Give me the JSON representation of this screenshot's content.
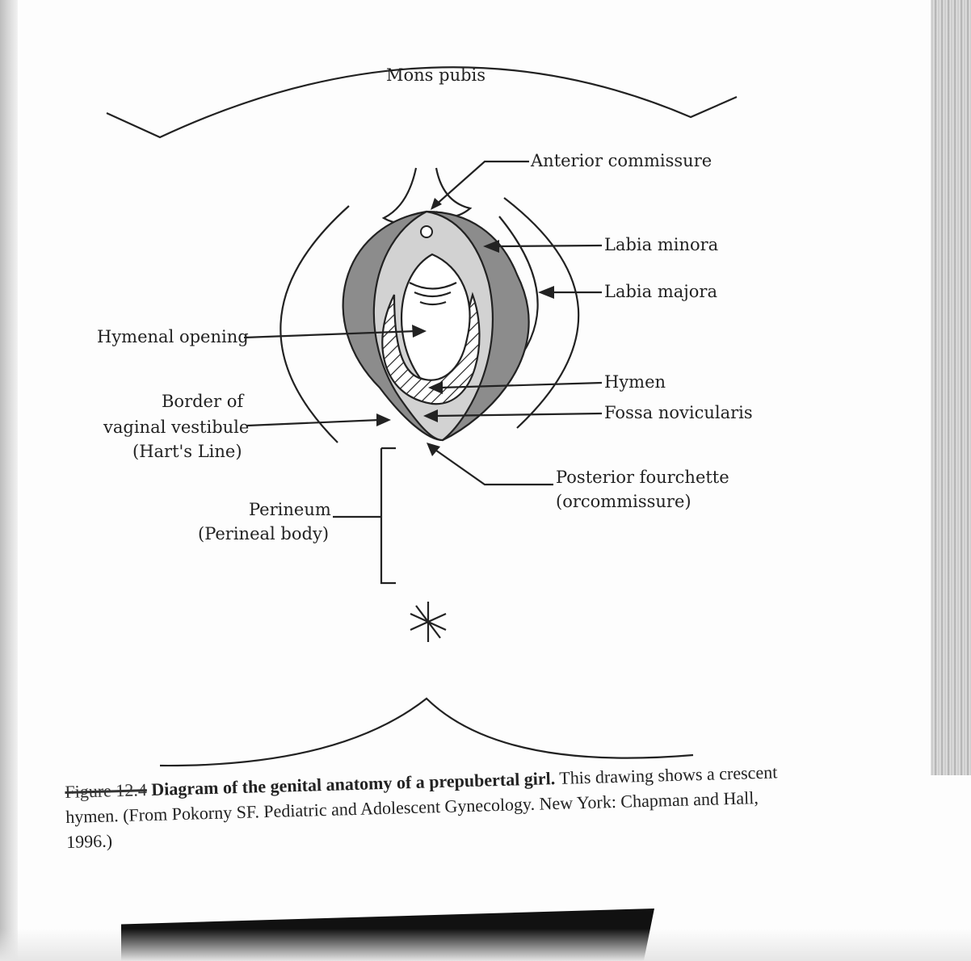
{
  "diagram": {
    "labels": {
      "mons_pubis": "Mons pubis",
      "anterior_commissure": "Anterior commissure",
      "labia_minora": "Labia minora",
      "labia_majora": "Labia majora",
      "hymenal_opening": "Hymenal opening",
      "hymen": "Hymen",
      "fossa_novicularis": "Fossa novicularis",
      "border_line1": "Border of",
      "border_line2": "vaginal vestibule",
      "border_line3": "(Hart's Line)",
      "posterior_line1": "Posterior fourchette",
      "posterior_line2": "(orcommissure)",
      "perineum_line1": "Perineum",
      "perineum_line2": "(Perineal body)"
    }
  },
  "caption": {
    "figure_number": "Figure 12.4",
    "title": "Diagram of the genital anatomy of a prepubertal girl.",
    "body": " This drawing shows a crescent hymen. (From Pokorny SF. Pediatric and Adolescent Gynecology. New York: Chapman and Hall, 1996.)"
  },
  "colors": {
    "ink": "#222222",
    "labia_minora_fill": "#8c8c8c",
    "vestibule_fill": "#d2d2d2",
    "paper": "#fdfdfd"
  }
}
